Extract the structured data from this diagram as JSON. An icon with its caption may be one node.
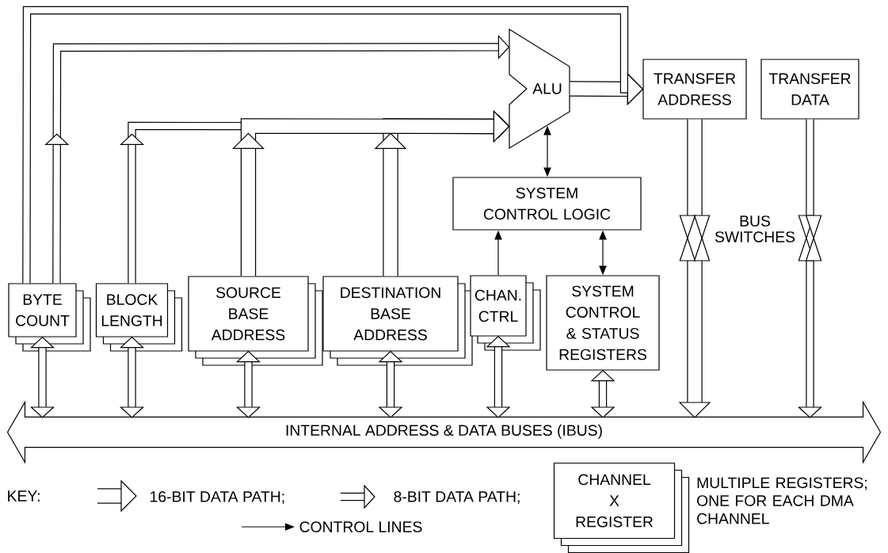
{
  "diagram": {
    "nodes": [
      {
        "text": [
          "ALU"
        ]
      },
      {
        "text": [
          "TRANSFER ADDRESS"
        ]
      },
      {
        "text": [
          "TRANSFER DATA"
        ]
      },
      {
        "text": [
          "SYSTEM CONTROL LOGIC"
        ]
      },
      {
        "text": [
          "BYTE COUNT"
        ]
      },
      {
        "text": [
          "BLOCK LENGTH"
        ]
      },
      {
        "text": [
          "SOURCE BASE ADDRESS"
        ]
      },
      {
        "text": [
          "DESTINATION BASE ADDRESS"
        ]
      },
      {
        "text": [
          "CHAN. CTRL"
        ]
      },
      {
        "text": [
          "SYSTEM CONTROL & STATUS REGISTERS"
        ]
      },
      {
        "text": [
          "INTERNAL ADDRESS & DATA BUSES (IBUS)"
        ]
      },
      {
        "text": [
          "CHANNEL X REGISTER"
        ],
        "beside": [
          "MULTIPLE REGISTERS; ONE FOR EACH DMA CHANNEL"
        ]
      }
    ],
    "edges": [
      {
        "from": 0,
        "to": 1,
        "arrow": "to",
        "style": "thick"
      },
      {
        "from": 4,
        "to": 1,
        "arrow": "to"
      },
      {
        "from": 4,
        "to": 0,
        "arrow": "to"
      },
      {
        "from": 5,
        "to": 0,
        "arrow": "to"
      },
      {
        "from": 6,
        "to": 0,
        "arrow": "to",
        "style": "thick"
      },
      {
        "from": 7,
        "to": 0,
        "arrow": "to",
        "style": "thick"
      },
      {
        "from": 0,
        "to": 3,
        "arrow": "both"
      },
      {
        "from": 8,
        "to": 3,
        "arrow": "to"
      },
      {
        "from": 3,
        "to": 9,
        "arrow": "both"
      },
      {
        "from": 1,
        "to": 10,
        "arrow": "to",
        "style": "thick"
      },
      {
        "from": 2,
        "to": 10,
        "arrow": "to"
      },
      {
        "from": 10,
        "to": 4,
        "arrow": "both"
      },
      {
        "from": 10,
        "to": 5,
        "arrow": "both"
      },
      {
        "from": 10,
        "to": 6,
        "arrow": "both"
      },
      {
        "from": 10,
        "to": 7,
        "arrow": "both"
      },
      {
        "from": 10,
        "to": 8,
        "arrow": "both"
      },
      {
        "from": 10,
        "to": 9,
        "arrow": "both"
      }
    ],
    "labels": [
      "BUS SWITCHES",
      "KEY:"
    ],
    "legend": [
      {
        "text": "16-BIT DATA PATH;"
      },
      {
        "text": "8-BIT DATA PATH;"
      },
      {
        "text": "CONTROL LINES"
      }
    ]
  }
}
